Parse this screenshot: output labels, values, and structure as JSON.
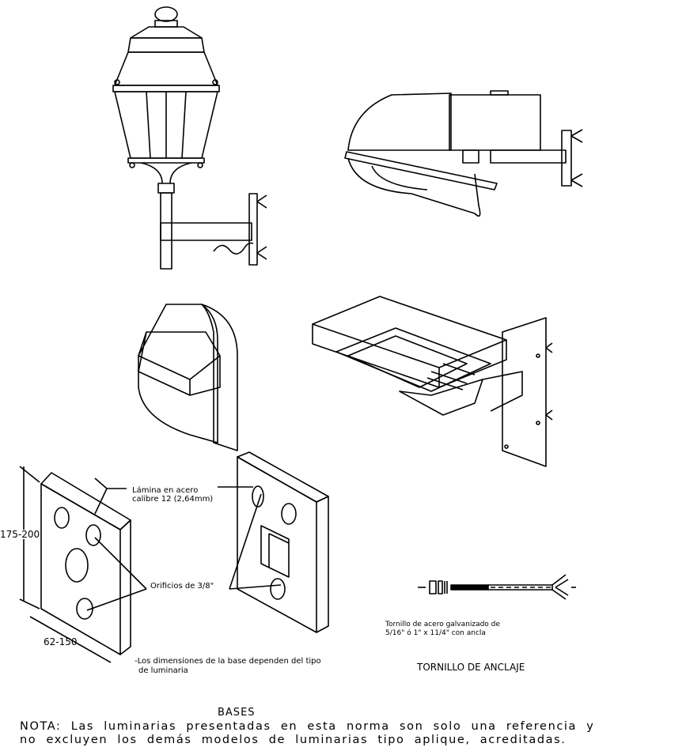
{
  "plates": {
    "material_label_1": "Lámina en acero",
    "material_label_2": "calibre 12 (2,64mm)",
    "height_dim": "175-200",
    "width_dim": "62-150",
    "holes_label": "Orificios de 3/8\"",
    "dimensions_note_1": "-Los dimensiones de la base dependen del tipo",
    "dimensions_note_2": "de luminaria"
  },
  "bolt": {
    "desc_1": "Tornillo de acero galvanizado de",
    "desc_2": "5/16\" ó 1\" x 11/4\" con ancla",
    "title": "TORNILLO DE ANCLAJE"
  },
  "footer": {
    "section_title": "BASES",
    "note_1": "NOTA: Las luminarias presentadas en esta norma  son solo una referencia y",
    "note_2": "no excluyen los demás modelos de luminarias tipo aplique,  acreditadas."
  }
}
